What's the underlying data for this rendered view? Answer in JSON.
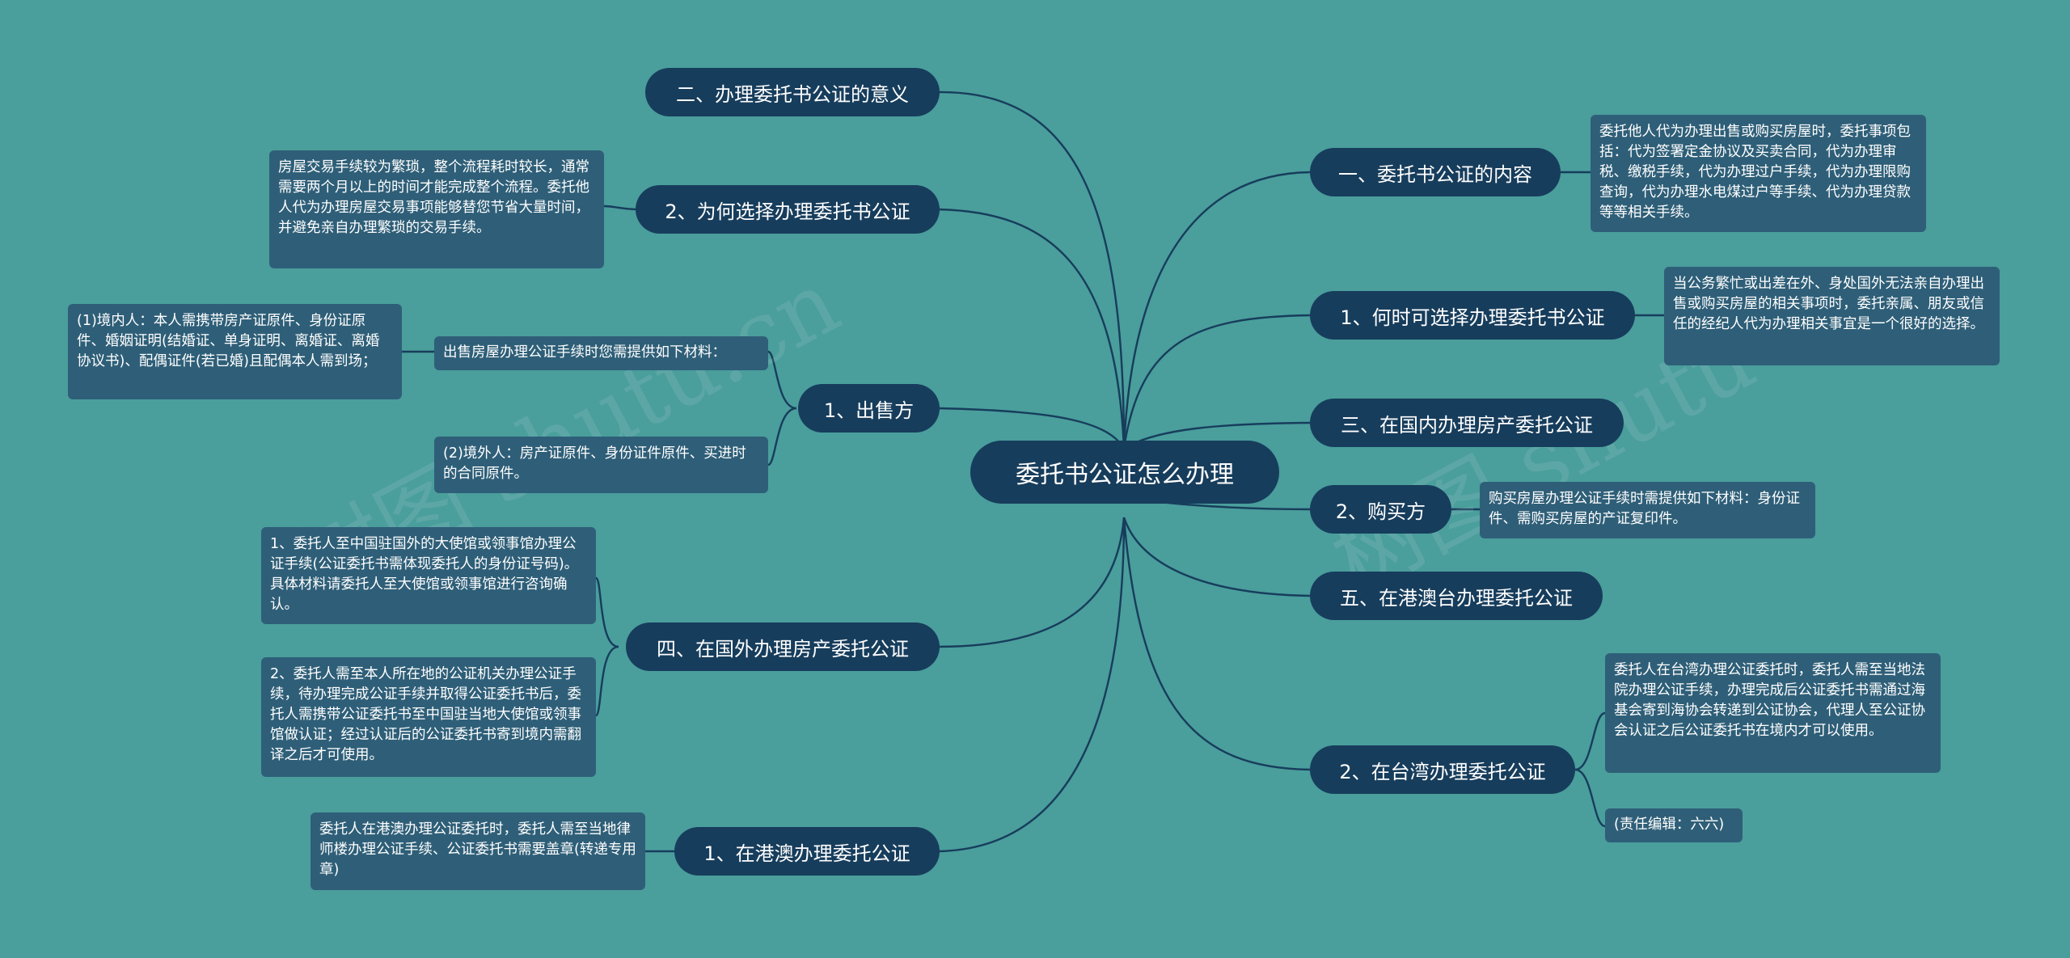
{
  "root": {
    "title": "委托书公证怎么办理"
  },
  "left": {
    "significance": {
      "label": "二、办理委托书公证的意义"
    },
    "why": {
      "label": "2、为何选择办理委托书公证",
      "note": "房屋交易手续较为繁琐，整个流程耗时较长，通常需要两个月以上的时间才能完成整个流程。委托他人代为办理房屋交易事项能够替您节省大量时间，并避免亲自办理繁琐的交易手续。"
    },
    "sale": {
      "label": "1、出售方",
      "materials": "出售房屋办理公证手续时您需提供如下材料：",
      "domestic": "(1)境内人：本人需携带房产证原件、身份证原件、婚姻证明(结婚证、单身证明、离婚证、离婚协议书)、配偶证件(若已婚)且配偶本人需到场；",
      "overseas": "(2)境外人：房产证原件、身份证件原件、买进时的合同原件。"
    },
    "abroad": {
      "label": "四、在国外办理房产委托公证",
      "step1": "1、委托人至中国驻国外的大使馆或领事馆办理公证手续(公证委托书需体现委托人的身份证号码)。具体材料请委托人至大使馆或领事馆进行咨询确认。",
      "step2": "2、委托人需至本人所在地的公证机关办理公证手续，待办理完成公证手续并取得公证委托书后，委托人需携带公证委托书至中国驻当地大使馆或领事馆做认证；经过认证后的公证委托书寄到境内需翻译之后才可使用。"
    },
    "hkmacao": {
      "label": "1、在港澳办理委托公证",
      "note": "委托人在港澳办理公证委托时，委托人需至当地律师楼办理公证手续、公证委托书需要盖章(转递专用章)"
    }
  },
  "right": {
    "content": {
      "label": "一、委托书公证的内容",
      "note": "委托他人代为办理出售或购买房屋时，委托事项包括：代为签署定金协议及买卖合同，代为办理审税、缴税手续，代为办理过户手续，代为办理限购查询，代为办理水电煤过户等手续、代为办理贷款等等相关手续。"
    },
    "when": {
      "label": "1、何时可选择办理委托书公证",
      "note": "当公务繁忙或出差在外、身处国外无法亲自办理出售或购买房屋的相关事项时，委托亲属、朋友或信任的经纪人代为办理相关事宜是一个很好的选择。"
    },
    "domestic": {
      "label": "三、在国内办理房产委托公证"
    },
    "buyer": {
      "label": "2、购买方",
      "note": "购买房屋办理公证手续时需提供如下材料：身份证件、需购买房屋的产证复印件。"
    },
    "hmt": {
      "label": "五、在港澳台办理委托公证"
    },
    "taiwan": {
      "label": "2、在台湾办理委托公证",
      "note": "委托人在台湾办理公证委托时，委托人需至当地法院办理公证手续，办理完成后公证委托书需通过海基会寄到海协会转递到公证协会，代理人至公证协会认证之后公证委托书在境内才可以使用。",
      "editor": "(责任编辑：六六)"
    }
  },
  "watermarks": [
    "树图 shutu.cn",
    "树图 shutu"
  ],
  "colors": {
    "background": "#4a9e9c",
    "node": "#173d5c",
    "note": "#2f5f78",
    "link": "#173d5c"
  }
}
